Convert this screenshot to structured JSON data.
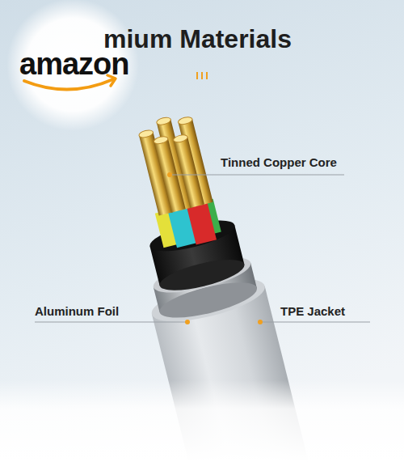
{
  "diagram": {
    "title": "mium Materials",
    "labels": [
      "amazon",
      "Tinned Copper Core",
      "Aluminum Foil",
      "TPE Jacket"
    ]
  }
}
